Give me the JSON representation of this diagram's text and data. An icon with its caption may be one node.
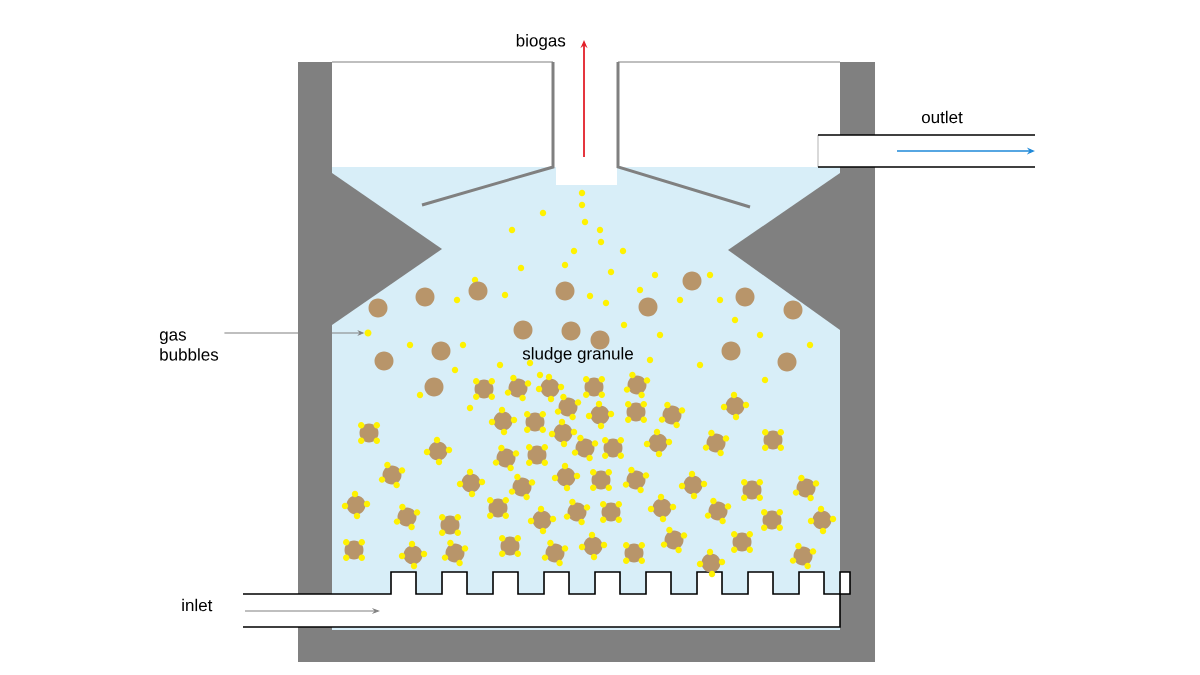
{
  "diagram": {
    "nodes": [
      {
        "text": [
          "gas bubbles"
        ]
      },
      {
        "text": [],
        "shape": "circle"
      }
    ],
    "edges": [
      {
        "from": 0,
        "to": 1,
        "arrow": "to"
      }
    ],
    "labels": [
      "biogas",
      "outlet",
      "sludge granule",
      "inlet"
    ]
  }
}
